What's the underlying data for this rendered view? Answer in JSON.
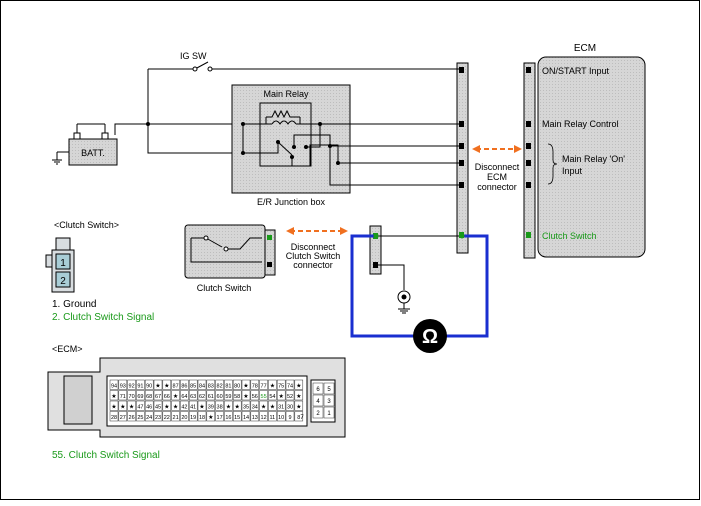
{
  "labels": {
    "ecm_title": "ECM",
    "ecm_on_start": "ON/START Input",
    "ecm_main_relay_control": "Main Relay Control",
    "ecm_main_relay_on_1": "Main Relay 'On'",
    "ecm_main_relay_on_2": "Input",
    "ecm_clutch_switch": "Clutch Switch",
    "ig_sw": "IG SW",
    "batt": "BATT.",
    "main_relay": "Main Relay",
    "er_junction_box": "E/R Junction box",
    "disconnect_ecm_1": "Disconnect",
    "disconnect_ecm_2": "ECM",
    "disconnect_ecm_3": "connector",
    "disconnect_cs_1": "Disconnect",
    "disconnect_cs_2": "Clutch Switch",
    "disconnect_cs_3": "connector",
    "clutch_switch_box": "Clutch Switch",
    "clutch_switch_heading": "<Clutch Switch>",
    "pin1": "1",
    "pin2": "2",
    "legend_ground": "1. Ground",
    "legend_signal": "2. Clutch Switch Signal",
    "ecm_heading": "<ECM>",
    "ecm_signal": "55. Clutch Switch Signal",
    "ohm": "Ω"
  },
  "ecm_connector": {
    "row1": [
      "94",
      "93",
      "92",
      "91",
      "90",
      "★",
      "★",
      "87",
      "86",
      "85",
      "84",
      "83",
      "82",
      "81",
      "80",
      "★",
      "78",
      "77",
      "★",
      "75",
      "74",
      "★"
    ],
    "row2": [
      "★",
      "71",
      "70",
      "69",
      "68",
      "67",
      "66",
      "★",
      "64",
      "63",
      "62",
      "61",
      "60",
      "59",
      "58",
      "★",
      "56",
      "55",
      "54",
      "★",
      "52",
      "★"
    ],
    "row3": [
      "★",
      "★",
      "★",
      "47",
      "46",
      "45",
      "★",
      "★",
      "42",
      "41",
      "★",
      "39",
      "38",
      "★",
      "★",
      "35",
      "34",
      "★",
      "★",
      "31",
      "30",
      "★"
    ],
    "row4": [
      "28",
      "27",
      "26",
      "25",
      "24",
      "23",
      "22",
      "21",
      "20",
      "19",
      "18",
      "★",
      "17",
      "16",
      "15",
      "14",
      "13",
      "12",
      "11",
      "10",
      "9",
      "8"
    ],
    "side": [
      "6",
      "5",
      "4",
      "3",
      "2",
      "1"
    ],
    "last": "7"
  },
  "colors": {
    "line": "#000000",
    "box_fill": "#d4d4d4",
    "ecm_fill": "#e8e8e8",
    "green": "#1a9a1a",
    "meter_wire": "#1a2fd0",
    "arrow": "#f07020",
    "pin_fill": "#a8cdd6"
  }
}
